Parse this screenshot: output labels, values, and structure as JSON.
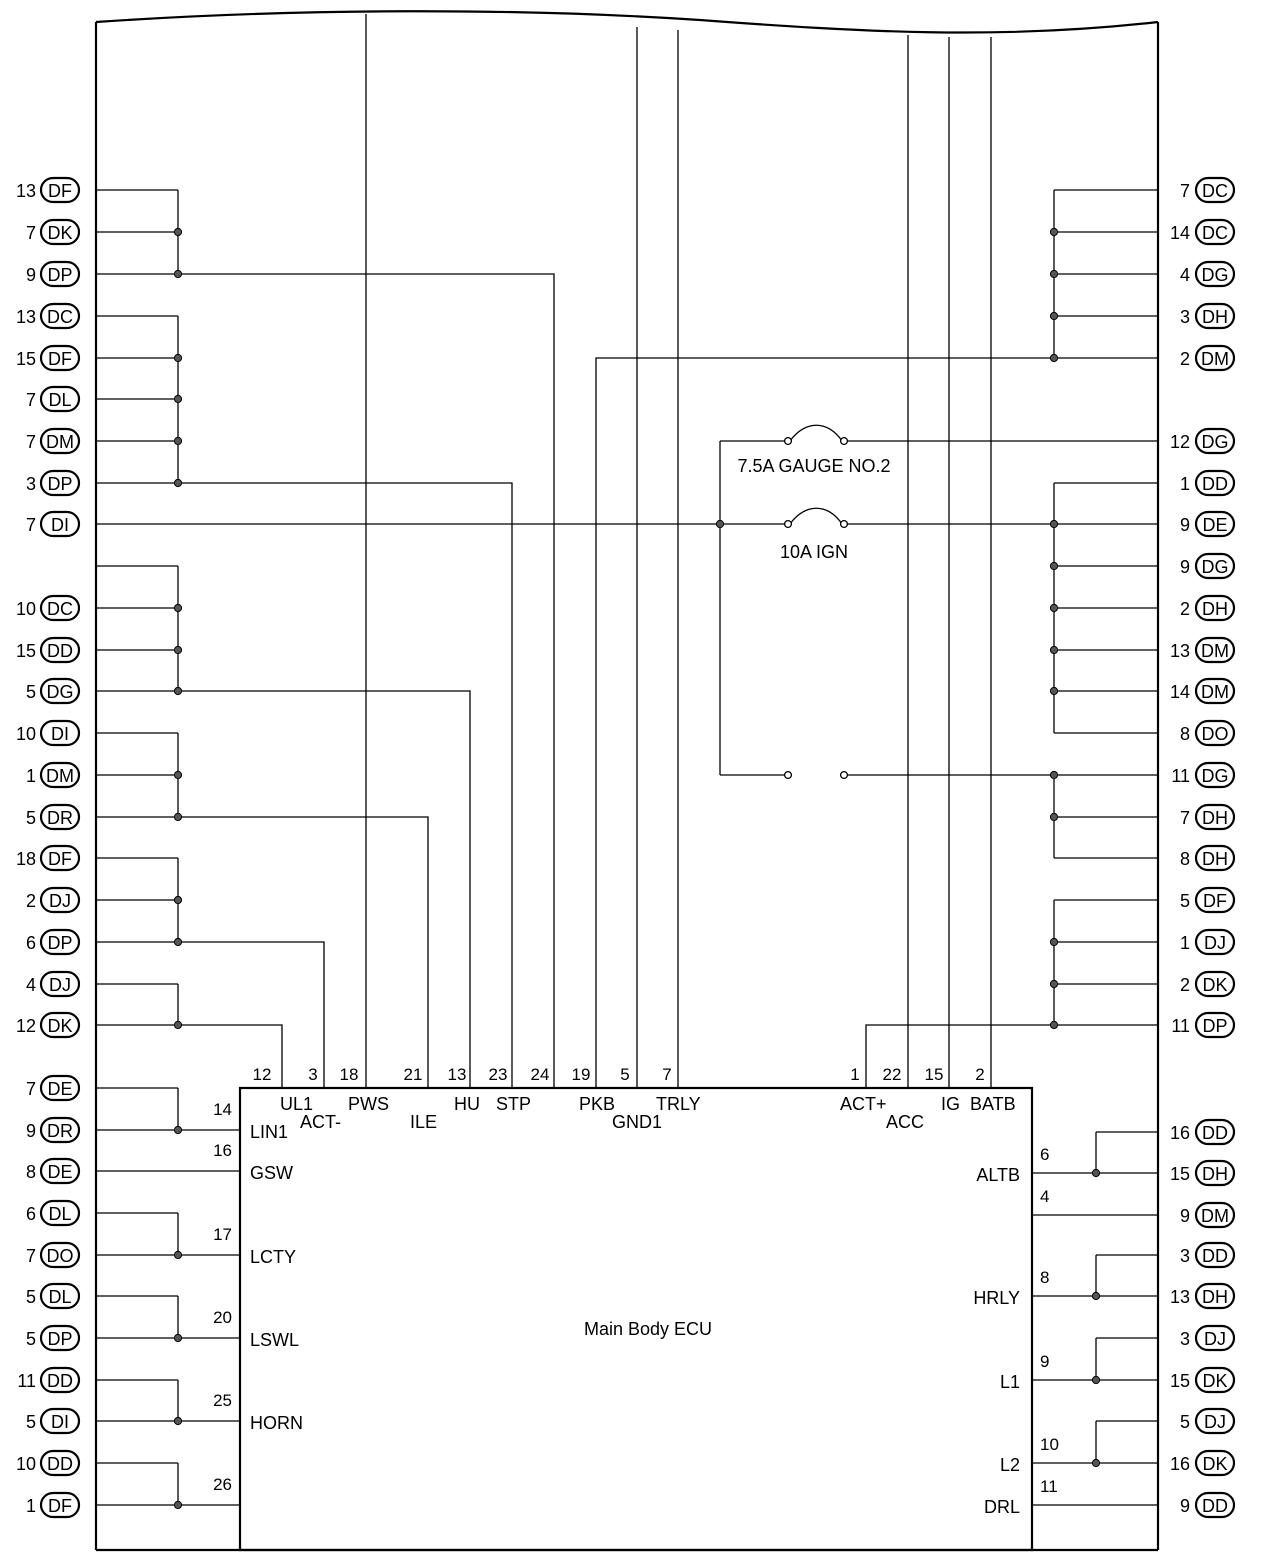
{
  "ecu": {
    "title": "Main Body ECU",
    "top_pins": [
      {
        "num": "12",
        "name": "UL1"
      },
      {
        "num": "3",
        "name": "ACT-"
      },
      {
        "num": "18",
        "name": "PWS"
      },
      {
        "num": "21",
        "name": "ILE"
      },
      {
        "num": "13",
        "name": "HU"
      },
      {
        "num": "23",
        "name": "STP"
      },
      {
        "num": "24",
        "name": ""
      },
      {
        "num": "19",
        "name": "PKB"
      },
      {
        "num": "5",
        "name": "GND1"
      },
      {
        "num": "7",
        "name": "TRLY"
      },
      {
        "num": "1",
        "name": "ACT+"
      },
      {
        "num": "22",
        "name": "ACC"
      },
      {
        "num": "15",
        "name": "IG"
      },
      {
        "num": "2",
        "name": "BATB"
      }
    ],
    "left_pins": [
      {
        "num": "14",
        "name": "LIN1"
      },
      {
        "num": "16",
        "name": "GSW"
      },
      {
        "num": "17",
        "name": "LCTY"
      },
      {
        "num": "20",
        "name": "LSWL"
      },
      {
        "num": "25",
        "name": "HORN"
      },
      {
        "num": "26",
        "name": ""
      }
    ],
    "right_pins": [
      {
        "num": "6",
        "name": "ALTB"
      },
      {
        "num": "4",
        "name": ""
      },
      {
        "num": "8",
        "name": "HRLY"
      },
      {
        "num": "9",
        "name": "L1"
      },
      {
        "num": "10",
        "name": "L2"
      },
      {
        "num": "11",
        "name": "DRL"
      }
    ]
  },
  "fuses": [
    {
      "label": "7.5A GAUGE NO.2"
    },
    {
      "label": "10A IGN"
    }
  ],
  "left_connectors": [
    {
      "pin": "13",
      "code": "DF"
    },
    {
      "pin": "7",
      "code": "DK"
    },
    {
      "pin": "9",
      "code": "DP"
    },
    {
      "pin": "13",
      "code": "DC"
    },
    {
      "pin": "15",
      "code": "DF"
    },
    {
      "pin": "7",
      "code": "DL"
    },
    {
      "pin": "7",
      "code": "DM"
    },
    {
      "pin": "3",
      "code": "DP"
    },
    {
      "pin": "7",
      "code": "DI"
    },
    {
      "pin": "10",
      "code": "DC"
    },
    {
      "pin": "15",
      "code": "DD"
    },
    {
      "pin": "5",
      "code": "DG"
    },
    {
      "pin": "10",
      "code": "DI"
    },
    {
      "pin": "1",
      "code": "DM"
    },
    {
      "pin": "5",
      "code": "DR"
    },
    {
      "pin": "18",
      "code": "DF"
    },
    {
      "pin": "2",
      "code": "DJ"
    },
    {
      "pin": "6",
      "code": "DP"
    },
    {
      "pin": "4",
      "code": "DJ"
    },
    {
      "pin": "12",
      "code": "DK"
    },
    {
      "pin": "7",
      "code": "DE"
    },
    {
      "pin": "9",
      "code": "DR"
    },
    {
      "pin": "8",
      "code": "DE"
    },
    {
      "pin": "6",
      "code": "DL"
    },
    {
      "pin": "7",
      "code": "DO"
    },
    {
      "pin": "5",
      "code": "DL"
    },
    {
      "pin": "5",
      "code": "DP"
    },
    {
      "pin": "11",
      "code": "DD"
    },
    {
      "pin": "5",
      "code": "DI"
    },
    {
      "pin": "10",
      "code": "DD"
    },
    {
      "pin": "1",
      "code": "DF"
    }
  ],
  "right_connectors": [
    {
      "pin": "7",
      "code": "DC"
    },
    {
      "pin": "14",
      "code": "DC"
    },
    {
      "pin": "4",
      "code": "DG"
    },
    {
      "pin": "3",
      "code": "DH"
    },
    {
      "pin": "2",
      "code": "DM"
    },
    {
      "pin": "12",
      "code": "DG"
    },
    {
      "pin": "1",
      "code": "DD"
    },
    {
      "pin": "9",
      "code": "DE"
    },
    {
      "pin": "9",
      "code": "DG"
    },
    {
      "pin": "2",
      "code": "DH"
    },
    {
      "pin": "13",
      "code": "DM"
    },
    {
      "pin": "14",
      "code": "DM"
    },
    {
      "pin": "8",
      "code": "DO"
    },
    {
      "pin": "11",
      "code": "DG"
    },
    {
      "pin": "7",
      "code": "DH"
    },
    {
      "pin": "8",
      "code": "DH"
    },
    {
      "pin": "5",
      "code": "DF"
    },
    {
      "pin": "1",
      "code": "DJ"
    },
    {
      "pin": "2",
      "code": "DK"
    },
    {
      "pin": "11",
      "code": "DP"
    },
    {
      "pin": "16",
      "code": "DD"
    },
    {
      "pin": "15",
      "code": "DH"
    },
    {
      "pin": "9",
      "code": "DM"
    },
    {
      "pin": "3",
      "code": "DD"
    },
    {
      "pin": "13",
      "code": "DH"
    },
    {
      "pin": "3",
      "code": "DJ"
    },
    {
      "pin": "15",
      "code": "DK"
    },
    {
      "pin": "5",
      "code": "DJ"
    },
    {
      "pin": "16",
      "code": "DK"
    },
    {
      "pin": "9",
      "code": "DD"
    }
  ]
}
